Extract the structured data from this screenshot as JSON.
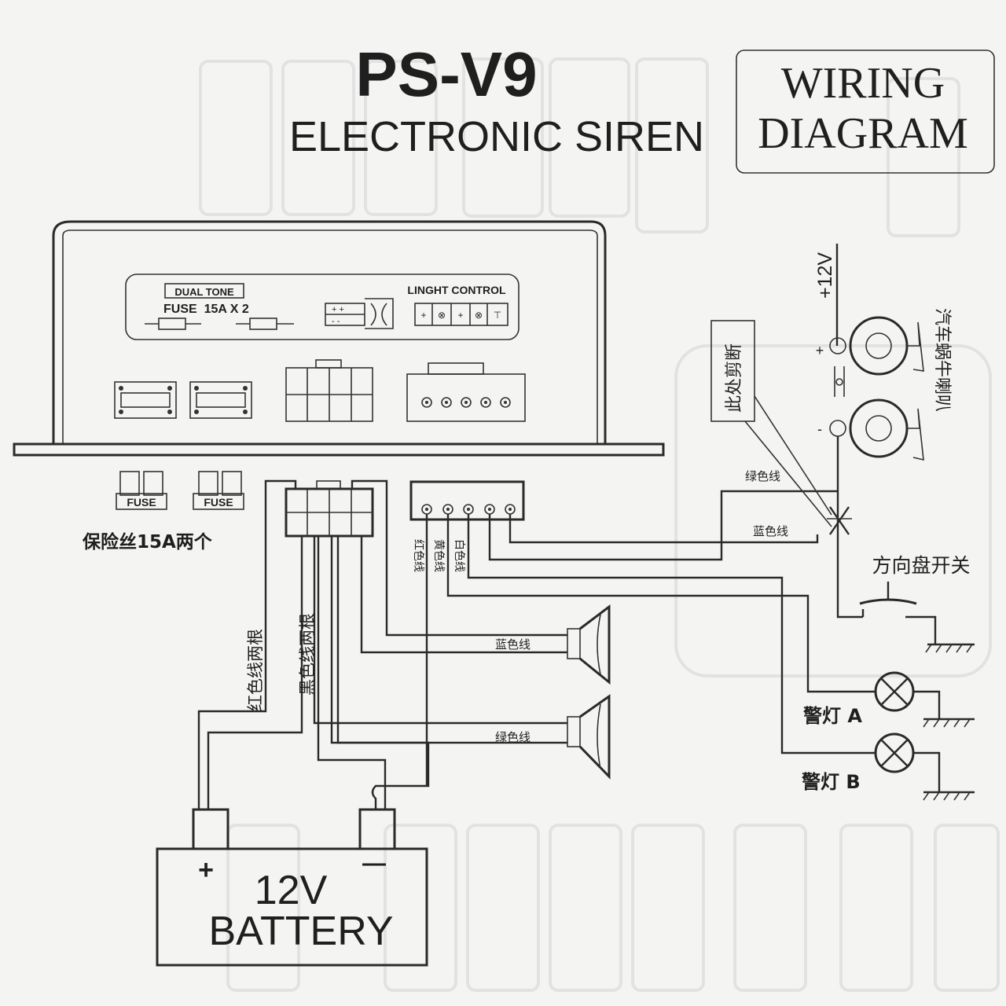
{
  "header": {
    "model": "PS-V9",
    "product": "ELECTRONIC SIREN",
    "diagram_title_line1": "WIRING",
    "diagram_title_line2": "DIAGRAM"
  },
  "panel": {
    "dual_tone": "DUAL TONE",
    "fuse_rating": "FUSE  15A X 2",
    "light_control": "LINGHT CONTROL",
    "light_control_symbols": [
      "+",
      "⊗",
      "+",
      "⊗",
      "⊤"
    ]
  },
  "fuses": {
    "fuse_label": "FUSE",
    "caption": "保险丝15A两个"
  },
  "wires": {
    "red_two": "红色线两根",
    "black_two": "黑色线两根",
    "red": "红色线",
    "yellow": "黄色线",
    "white": "白色线",
    "blue": "蓝色线",
    "green": "绿色线"
  },
  "horn": {
    "voltage": "+12V",
    "name": "汽车蜗牛喇叭",
    "cut_here": "此处剪断",
    "plus": "+",
    "minus": "-"
  },
  "switch": {
    "label": "方向盘开关"
  },
  "lamps": {
    "a": "警灯 A",
    "b": "警灯 B"
  },
  "battery": {
    "plus": "+",
    "minus": "—",
    "voltage": "12V",
    "label": "BATTERY"
  }
}
